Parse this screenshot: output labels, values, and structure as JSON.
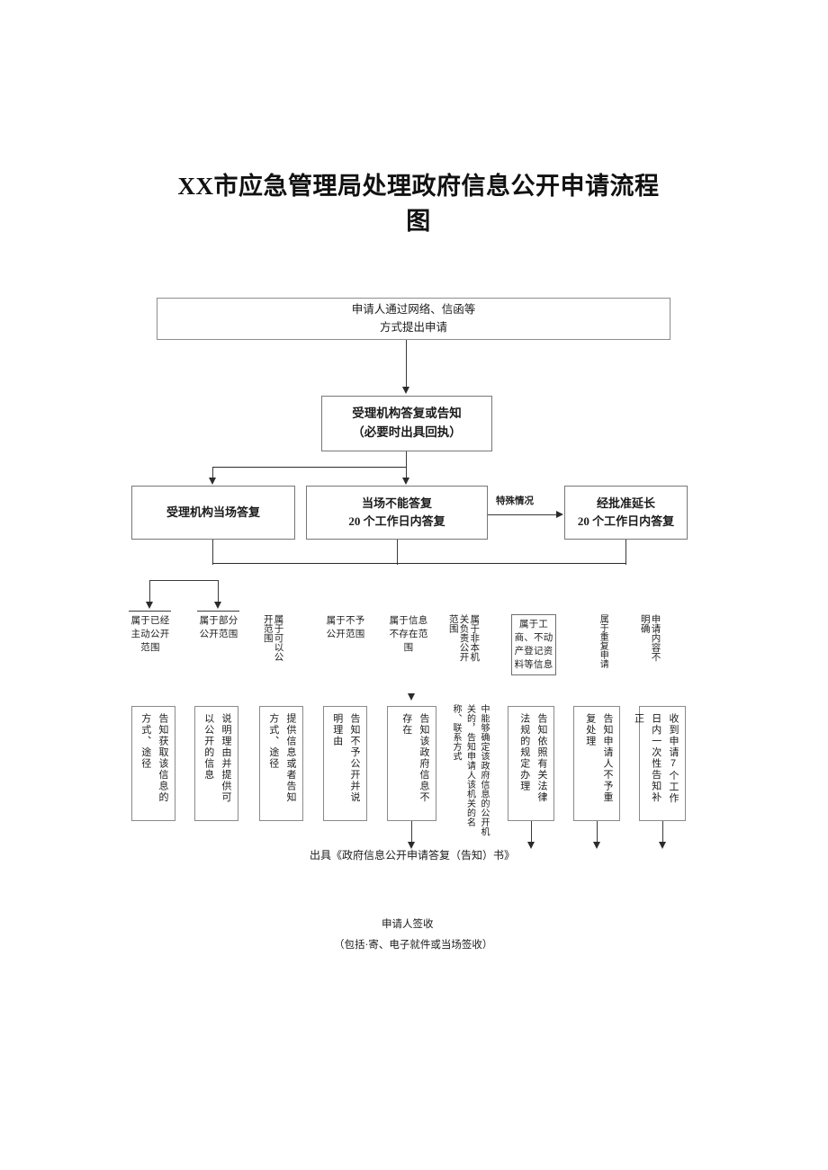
{
  "document": {
    "title": "XX市应急管理局处理政府信息公开申请流程图",
    "type": "flowchart"
  },
  "nodes": {
    "intake": {
      "line1": "申请人通过网络、信函等",
      "line2": "方式提出申请"
    },
    "accept": {
      "line1": "受理机构答复或告知",
      "line2": "（必要时出具回执）"
    },
    "onsite": {
      "line1": "受理机构当场答复"
    },
    "within20": {
      "line1": "当场不能答复",
      "line2": "20 个工作日内答复"
    },
    "extend": {
      "line1": "经批准延长",
      "line2": "20 个工作日内答复"
    }
  },
  "edges": {
    "special_case_label": "特殊情况"
  },
  "conditions": [
    {
      "id": "c1",
      "text": "属于已经主动公开范围"
    },
    {
      "id": "c2",
      "text": "属于部分公开范围"
    },
    {
      "id": "c3",
      "text": "属于可以公开范围"
    },
    {
      "id": "c4",
      "text": "属于不予公开范围"
    },
    {
      "id": "c5",
      "text": "属于信息不存在范围"
    },
    {
      "id": "c6",
      "text": "属于非本机关负责公开范围"
    },
    {
      "id": "c7",
      "text": "属于工商、不动产登记资料等信息"
    },
    {
      "id": "c8",
      "text": "属于重复申请"
    },
    {
      "id": "c9",
      "text": "申请内容不明确"
    }
  ],
  "actions": [
    {
      "id": "a1",
      "text": "告知获取该信息的方式、途径"
    },
    {
      "id": "a2",
      "text": "说明理由并提供可以公开的信息"
    },
    {
      "id": "a3",
      "text": "提供信息或者告知方式、途径"
    },
    {
      "id": "a4",
      "text": "告知不予公开并说明理由"
    },
    {
      "id": "a5",
      "text": "告知该政府信息不存在"
    },
    {
      "id": "a6",
      "text": "中能够确定该政府信息的公开机关的，告知申请人该机关的名称、联系方式"
    },
    {
      "id": "a7",
      "text": "告知依照有关法律法规的规定办理"
    },
    {
      "id": "a8",
      "text": "告知申请人不予重复处理"
    },
    {
      "id": "a9",
      "text": "收到申请7个工作日内一次性告知补正"
    }
  ],
  "footer": {
    "issue": "出具《政府信息公开申请答复（告知）书》",
    "sign_title": "申请人签收",
    "sign_note": "（包括·寄、电子就件或当场签收）"
  }
}
